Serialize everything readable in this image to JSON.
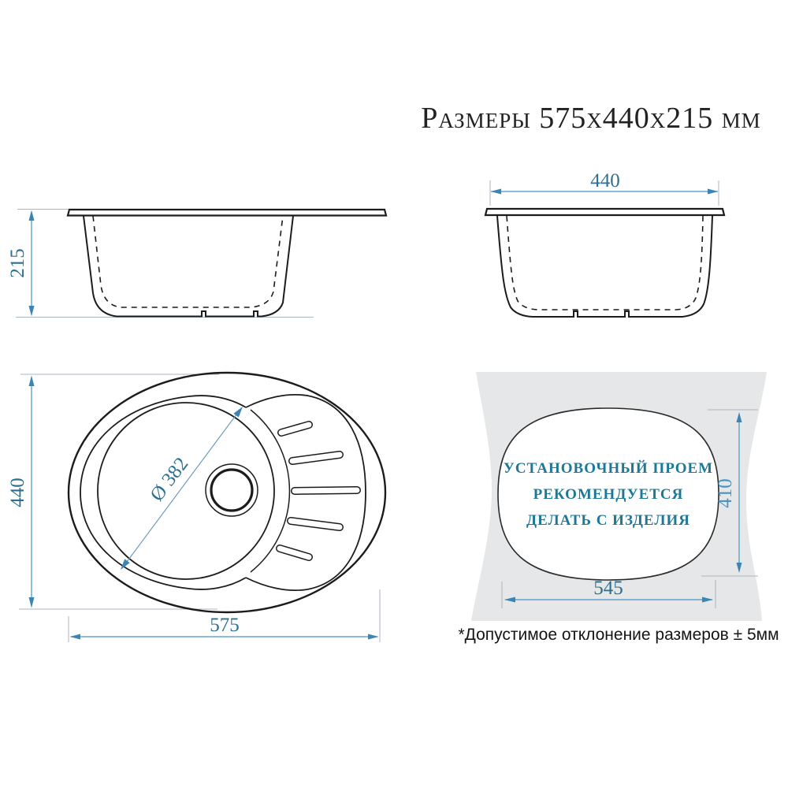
{
  "title": "Размеры 575х440х215 мм",
  "note": "*Допустимое отклонение размеров ± 5мм",
  "colors": {
    "dimension_line": "#4a94c4",
    "dimension_arrow": "#3b85b5",
    "dimension_label": "#2d6f91",
    "dimension_label_light": "#4a94c4",
    "drawing_stroke": "#1c1c1c",
    "extension_line": "#a9b6bf",
    "panel_gray": "#e5e7e8",
    "cutout_text": "#1b7896",
    "background": "#ffffff"
  },
  "side_view": {
    "height_label": "215"
  },
  "front_view": {
    "width_label": "440"
  },
  "top_view": {
    "width_label": "575",
    "height_label": "440",
    "drain_label": "Ø 382"
  },
  "cutout_view": {
    "height_label": "410",
    "width_label": "545",
    "line1": "УСТАНОВОЧНЫЙ ПРОЕМ",
    "line2": "РЕКОМЕНДУЕТСЯ",
    "line3": "ДЕЛАТЬ С ИЗДЕЛИЯ"
  }
}
